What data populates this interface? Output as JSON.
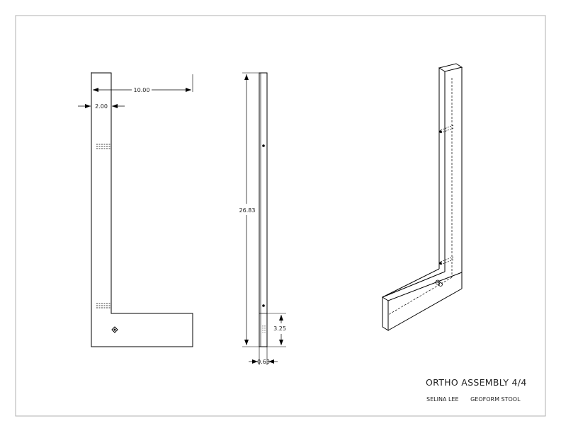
{
  "drawing": {
    "title": "ORTHO ASSEMBLY 4/4",
    "author": "SELINA LEE",
    "project": "GEOFORM STOOL"
  },
  "dimensions": {
    "width_overall": "10.00",
    "width_upright": "2.00",
    "height_overall": "26.83",
    "seat_height": "3.25",
    "thickness": "0.63"
  },
  "colors": {
    "line": "#000000",
    "frame": "#b0b0b0"
  }
}
